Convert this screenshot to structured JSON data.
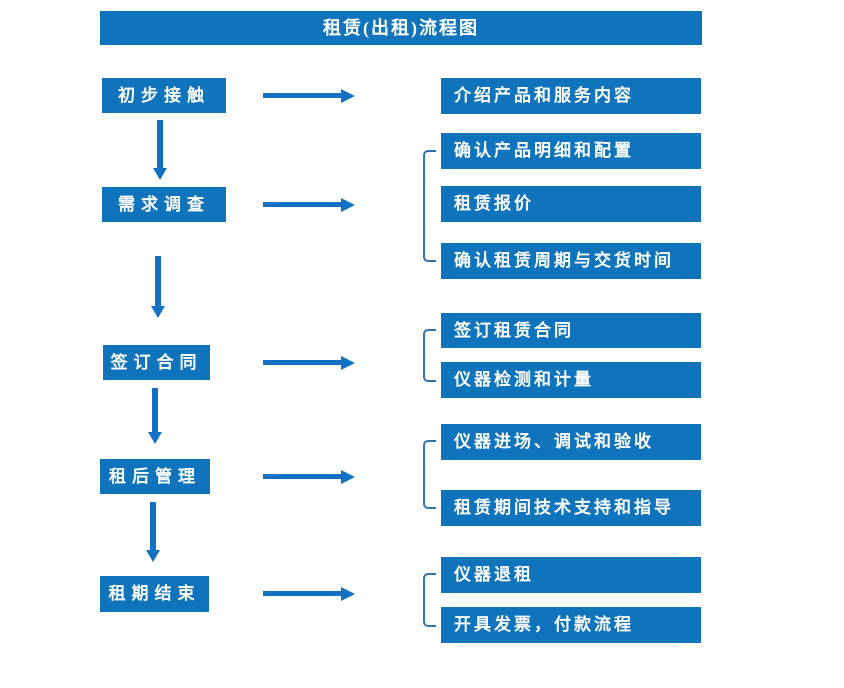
{
  "title": "租赁(出租)流程图",
  "colors": {
    "box_blue": "#0f74bc",
    "arrow_blue": "#1371c3",
    "bracket_blue": "#2e75b6",
    "text_on_blue": "#ffffff",
    "background": "#ffffff"
  },
  "flow": [
    {
      "step": "初步接触",
      "details": [
        "介绍产品和服务内容"
      ]
    },
    {
      "step": "需求调查",
      "details": [
        "确认产品明细和配置",
        "租赁报价",
        "确认租赁周期与交货时间"
      ]
    },
    {
      "step": "签订合同",
      "details": [
        "签订租赁合同",
        "仪器检测和计量"
      ]
    },
    {
      "step": "租后管理",
      "details": [
        "仪器进场、调试和验收",
        "租赁期间技术支持和指导"
      ]
    },
    {
      "step": "租期结束",
      "details": [
        "仪器退租",
        "开具发票，付款流程"
      ]
    }
  ]
}
